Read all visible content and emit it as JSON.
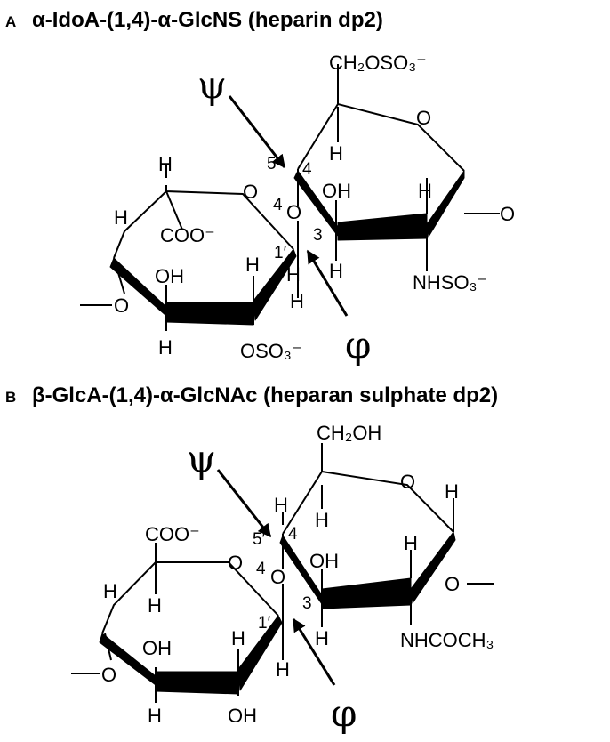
{
  "panels": [
    {
      "label": "A",
      "title": "α-IdoA-(1,4)-α-GlcNS (heparin dp2)",
      "psi": "ψ",
      "phi": "φ",
      "right_ring": {
        "substituent_top": "CH₂OSO₃⁻",
        "ring_o": "O",
        "h_c4": "H",
        "oh_c3": "OH",
        "h_c2": "H",
        "h_c3": "H",
        "link_o": "O",
        "n_substituent": "NHSO₃⁻"
      },
      "linkage": {
        "label_5p": "5′",
        "label_4": "4",
        "label_4o": "4",
        "o": "O",
        "label_3": "3",
        "label_1p": "1′"
      },
      "left_ring": {
        "h_top": "H",
        "ring_o": "O",
        "carboxylate": "COO⁻",
        "h_left": "H",
        "link_o": "O",
        "oh": "OH",
        "h_mid": "H",
        "h_bottom": "H",
        "sulfate": "OSO₃⁻",
        "h_c1": "H",
        "h_c1_bottom": "H"
      }
    },
    {
      "label": "B",
      "title": "β-GlcA-(1,4)-α-GlcNAc (heparan sulphate dp2)",
      "psi": "ψ",
      "phi": "φ",
      "right_ring": {
        "substituent_top": "CH₂OH",
        "ring_o": "O",
        "h_c1": "H",
        "h_c5": "H",
        "h_c4": "H",
        "oh_c3": "OH",
        "h_c2": "H",
        "h_c3": "H",
        "link_o": "O",
        "n_substituent": "NHCOCH₃"
      },
      "linkage": {
        "label_5p": "5′",
        "label_4": "4",
        "label_4o": "4",
        "o": "O",
        "label_3": "3",
        "label_1p": "1′"
      },
      "left_ring": {
        "carboxylate": "COO⁻",
        "ring_o": "O",
        "h_c5": "H",
        "h_left": "H",
        "link_o": "O",
        "oh_top": "OH",
        "h_mid": "H",
        "h_c1": "H",
        "h_bottom": "H",
        "oh_bottom": "OH"
      }
    }
  ]
}
